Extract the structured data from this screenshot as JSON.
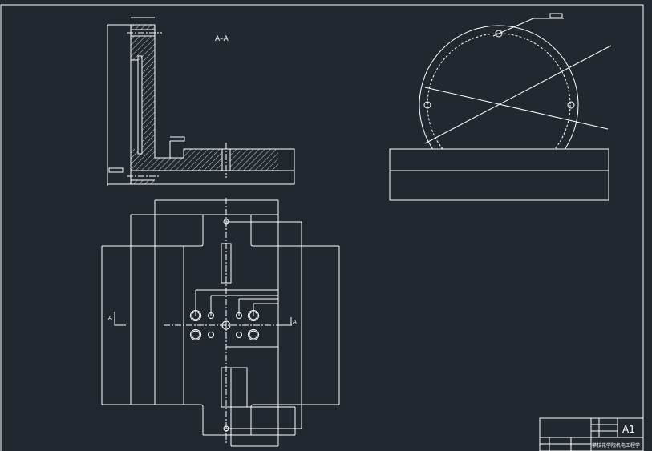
{
  "drawing": {
    "section_title": "A–A",
    "section_mark_left": "A",
    "section_mark_right": "A",
    "sheet_size": "A1",
    "institution": "攀枝花学院机电工程学"
  },
  "colors": {
    "background": "#212830",
    "lines": "#ffffff"
  }
}
